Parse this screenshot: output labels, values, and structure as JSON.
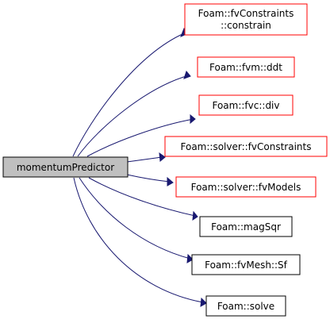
{
  "graph": {
    "root": {
      "id": "root",
      "label": "momentumPredictor",
      "fill": "#bfbfbf",
      "border": "#000000"
    },
    "callees": [
      {
        "id": "n1",
        "lines": [
          "Foam::fvConstraints",
          "::constrain"
        ],
        "border": "#ff0000",
        "link": true
      },
      {
        "id": "n2",
        "lines": [
          "Foam::fvm::ddt"
        ],
        "border": "#ff0000",
        "link": true
      },
      {
        "id": "n3",
        "lines": [
          "Foam::fvc::div"
        ],
        "border": "#ff0000",
        "link": true
      },
      {
        "id": "n4",
        "lines": [
          "Foam::solver::fvConstraints"
        ],
        "border": "#ff0000",
        "link": true
      },
      {
        "id": "n5",
        "lines": [
          "Foam::solver::fvModels"
        ],
        "border": "#ff0000",
        "link": true
      },
      {
        "id": "n6",
        "lines": [
          "Foam::magSqr"
        ],
        "border": "#000000",
        "link": true
      },
      {
        "id": "n7",
        "lines": [
          "Foam::fvMesh::Sf"
        ],
        "border": "#000000",
        "link": true
      },
      {
        "id": "n8",
        "lines": [
          "Foam::solve"
        ],
        "border": "#000000",
        "link": true
      }
    ],
    "edge_color": "#191970"
  }
}
